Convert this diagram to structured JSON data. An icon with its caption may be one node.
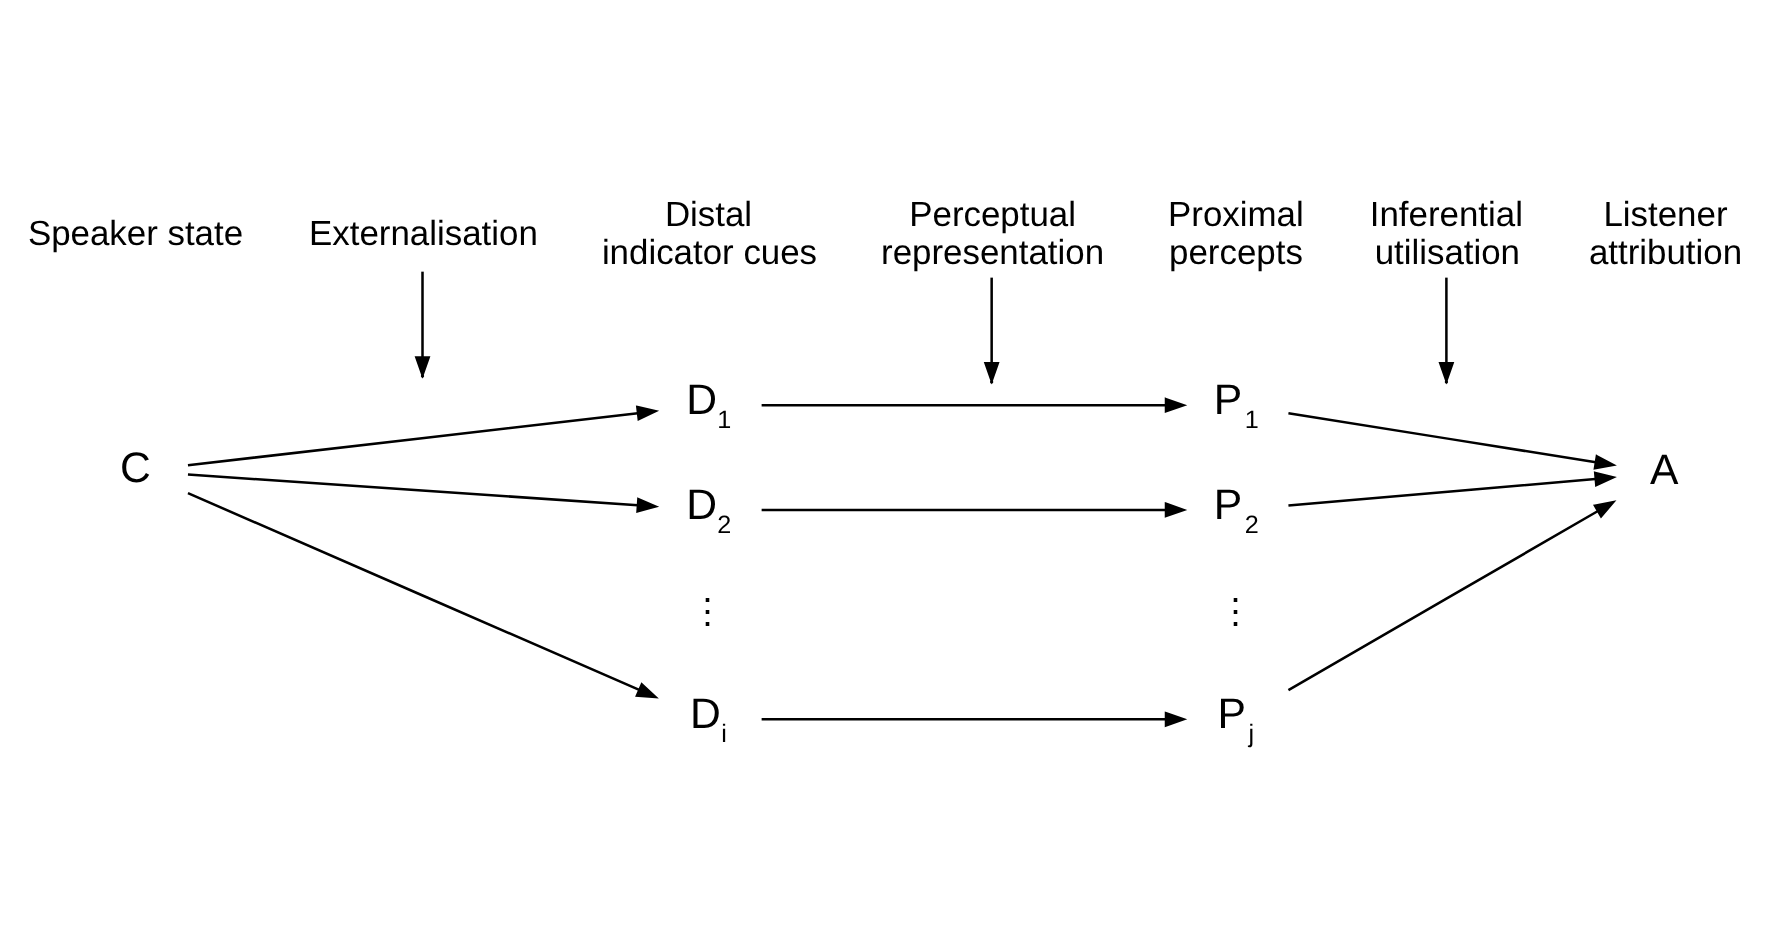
{
  "diagram": {
    "nodes": [
      {
        "text": [
          "C"
        ]
      },
      {
        "text": [
          "D$_{1}$"
        ]
      },
      {
        "text": [
          "D$_{2}$"
        ]
      },
      {
        "text": [
          "D$_{i}$"
        ]
      },
      {
        "text": [
          "P$_{1}$"
        ]
      },
      {
        "text": [
          "P$_{2}$"
        ]
      },
      {
        "text": [
          "P$_{j}$"
        ]
      },
      {
        "text": [
          "A"
        ]
      },
      {
        "text": [
          "Externalisation"
        ]
      },
      {
        "text": [
          "Perceptual representation"
        ]
      },
      {
        "text": [
          "Inferential utilisation"
        ]
      }
    ],
    "edges": [
      {
        "from": 0,
        "to": 1,
        "arrow": "to"
      },
      {
        "from": 0,
        "to": 2,
        "arrow": "to"
      },
      {
        "from": 0,
        "to": 3,
        "arrow": "to"
      },
      {
        "from": 1,
        "to": 4,
        "arrow": "to"
      },
      {
        "from": 2,
        "to": 5,
        "arrow": "to"
      },
      {
        "from": 3,
        "to": 6,
        "arrow": "to"
      },
      {
        "from": 4,
        "to": 7,
        "arrow": "to"
      },
      {
        "from": 5,
        "to": 7,
        "arrow": "to"
      },
      {
        "from": 6,
        "to": 7,
        "arrow": "to"
      },
      {
        "from": 8,
        "to": null,
        "arrow": "to"
      },
      {
        "from": 9,
        "to": null,
        "arrow": "to"
      },
      {
        "from": 10,
        "to": null,
        "arrow": "to"
      }
    ],
    "labels": [
      "Speaker state",
      "Distal indicator cues",
      "Proximal percepts",
      "Listener attribution",
      "⋮",
      "⋮"
    ]
  }
}
